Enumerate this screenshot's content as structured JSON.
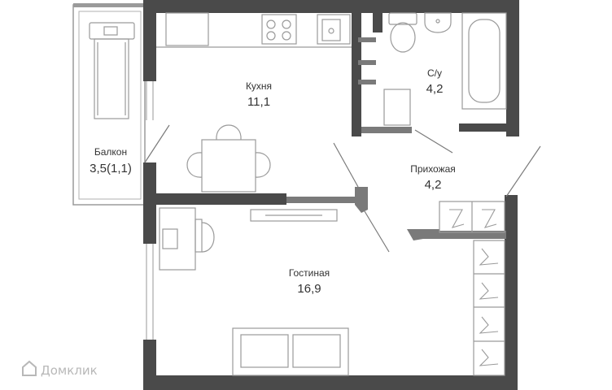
{
  "colors": {
    "wall": "#4a4a4a",
    "partition": "#7a7a7a",
    "furniture": "#9a9a9a",
    "background": "#ffffff",
    "label": "#333333"
  },
  "rooms": {
    "kitchen": {
      "name": "Кухня",
      "area": "11,1"
    },
    "bathroom": {
      "name": "С/у",
      "area": "4,2"
    },
    "balcony": {
      "name": "Балкон",
      "area": "3,5(1,1)"
    },
    "hallway": {
      "name": "Прихожая",
      "area": "4,2"
    },
    "living": {
      "name": "Гостиная",
      "area": "16,9"
    }
  },
  "watermark": {
    "text": "Домклик"
  }
}
